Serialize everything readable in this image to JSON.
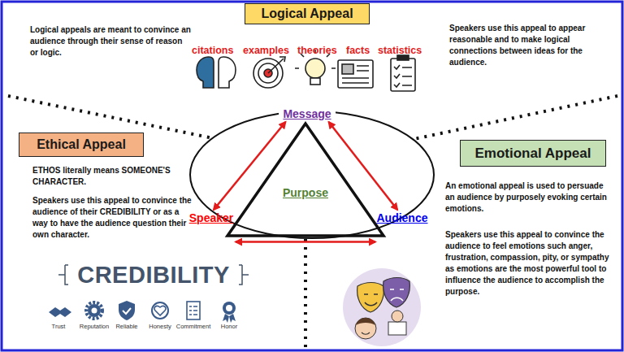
{
  "diagram": {
    "nodes": [
      {
        "text": [
          "Logical Appeal"
        ]
      },
      {
        "text": [
          "Message"
        ]
      },
      {
        "text": [
          "Ethical Appeal"
        ]
      },
      {
        "text": [
          "Emotional Appeal"
        ]
      },
      {
        "text": [
          "Purpose"
        ]
      },
      {
        "text": [
          "Speaker"
        ]
      },
      {
        "text": [
          "Audience"
        ]
      }
    ],
    "edges": [
      {
        "from": 1,
        "to": 5,
        "arrow": "both"
      },
      {
        "from": 1,
        "to": 6,
        "arrow": "both"
      },
      {
        "from": 5,
        "to": 6,
        "arrow": "both"
      }
    ],
    "labels": [
      "Logical appeals are meant to convince an audience through their sense of reason or logic.",
      "Speakers use this appeal to appear reasonable and to make logical connections between ideas for the audience.",
      "citations",
      "examples",
      "theories",
      "facts",
      "statistics",
      "ETHOS literally means SOMEONE'S CHARACTER.",
      "Speakers use this appeal to convince the audience of their CREDIBILITY or as a way to have the audience question their own character.",
      "An emotional appeal is used to persuade an audience by purposely evoking certain emotions.",
      "Speakers use this appeal to convince the audience to feel emotions such anger, frustration, compassion, pity, or sympathy as emotions are the most powerful tool to influence the audience to accomplish the purpose.",
      "CREDIBILITY",
      "Trust",
      "Reputation",
      "Reliable",
      "Honesty",
      "Commitment",
      "Honor"
    ]
  }
}
